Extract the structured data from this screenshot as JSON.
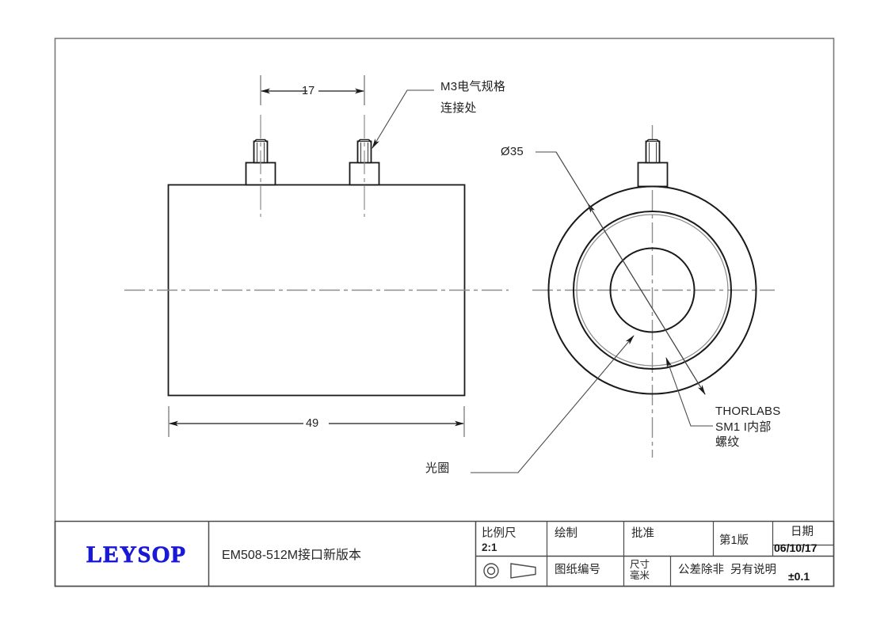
{
  "drawing": {
    "sheet_border": true,
    "annotations": {
      "m3_connection": {
        "line1": "M3电气规格",
        "line2": "连接处"
      },
      "diameter": "Ø35",
      "thorlabs": {
        "line1": "THORLABS",
        "line2": "SM1 I内部",
        "line3": "螺纹"
      },
      "aperture": "光圈"
    },
    "dimensions": {
      "width_between_posts": "17",
      "body_length": "49"
    }
  },
  "title_block": {
    "logo": "LEYSOP",
    "part_description": "EM508-512M接口新版本",
    "scale_label": "比例尺",
    "scale_value": "2:1",
    "projection_symbol": "first-angle-projection-icon",
    "drawn_label": "绘制",
    "drawn_value": "",
    "approved_label": "批准",
    "approved_value": "",
    "issue_label": "第1版",
    "date_label": "日期",
    "date_value": "06/10/17",
    "drawing_number_label": "图纸编号",
    "drawing_number_value": "",
    "units_line1": "尺寸",
    "units_line2": "毫米",
    "tolerance_label": "公差除非  另有说明",
    "tolerance_value": "±0.1"
  }
}
